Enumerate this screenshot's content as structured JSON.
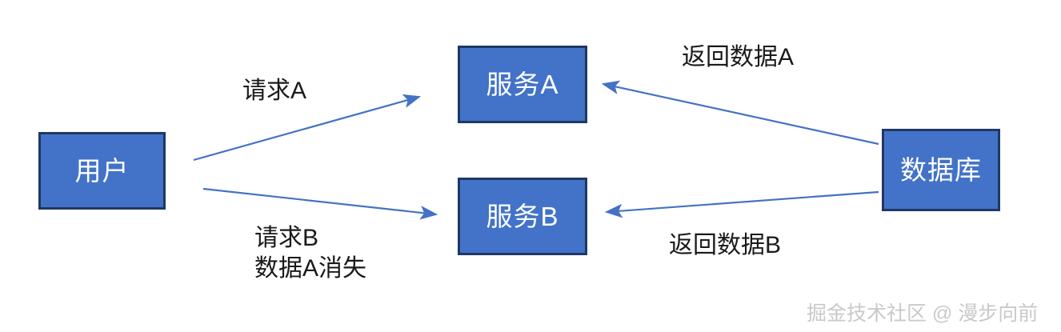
{
  "diagram": {
    "type": "flow-diagram",
    "background": "#ffffff",
    "node_fill": "#4273c8",
    "node_border": "#1f3864",
    "node_text_color": "#ffffff",
    "arrow_color": "#4472c4",
    "label_color": "#1a1a1a",
    "nodes": [
      {
        "id": "user",
        "label": "用户"
      },
      {
        "id": "svc_a",
        "label": "服务A"
      },
      {
        "id": "svc_b",
        "label": "服务B"
      },
      {
        "id": "db",
        "label": "数据库"
      }
    ],
    "edges": [
      {
        "id": "req_a",
        "from": "user",
        "to": "svc_a",
        "label": "请求A"
      },
      {
        "id": "req_b",
        "from": "user",
        "to": "svc_b",
        "label": "请求B\n数据A消失"
      },
      {
        "id": "resp_a",
        "from": "db",
        "to": "svc_a",
        "label": "返回数据A"
      },
      {
        "id": "resp_b",
        "from": "db",
        "to": "svc_b",
        "label": "返回数据B"
      }
    ]
  },
  "watermark": {
    "text": "掘金技术社区 @ 漫步向前"
  }
}
